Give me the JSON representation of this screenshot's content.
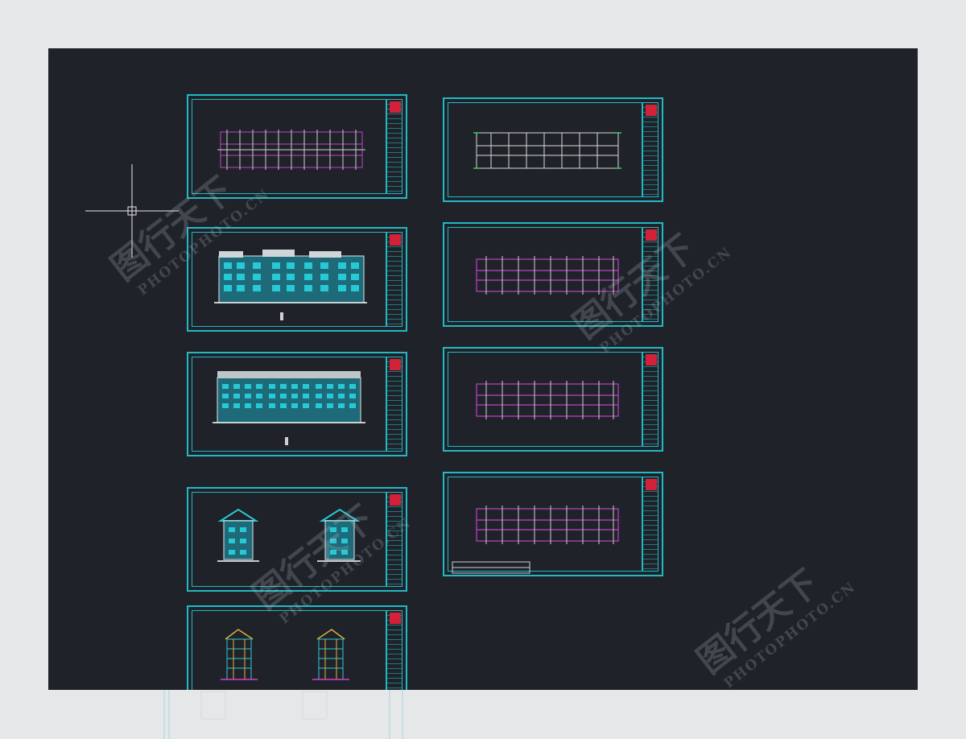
{
  "app": {
    "view": "cad-model-space",
    "background_color": "#1f2329",
    "frame_color": "#22b8c4"
  },
  "sheets": [
    {
      "id": "s1",
      "drawing": "plan-magenta"
    },
    {
      "id": "s2",
      "drawing": "elevation-front"
    },
    {
      "id": "s3",
      "drawing": "elevation-rear"
    },
    {
      "id": "s4",
      "drawing": "elevation-side"
    },
    {
      "id": "s5",
      "drawing": "section"
    },
    {
      "id": "s6",
      "drawing": "plan-white"
    },
    {
      "id": "s7",
      "drawing": "plan-magenta"
    },
    {
      "id": "s8",
      "drawing": "plan-magenta"
    },
    {
      "id": "s9",
      "drawing": "plan-magenta"
    }
  ],
  "watermarks": [
    {
      "logo": "图行天下",
      "url": "PHOTOPHOTO.CN"
    },
    {
      "logo": "图行天下",
      "url": "PHOTOPHOTO.CN"
    },
    {
      "logo": "图行天下",
      "url": "PHOTOPHOTO.CN"
    },
    {
      "logo": "图行天下",
      "url": "PHOTOPHOTO.CN"
    }
  ]
}
